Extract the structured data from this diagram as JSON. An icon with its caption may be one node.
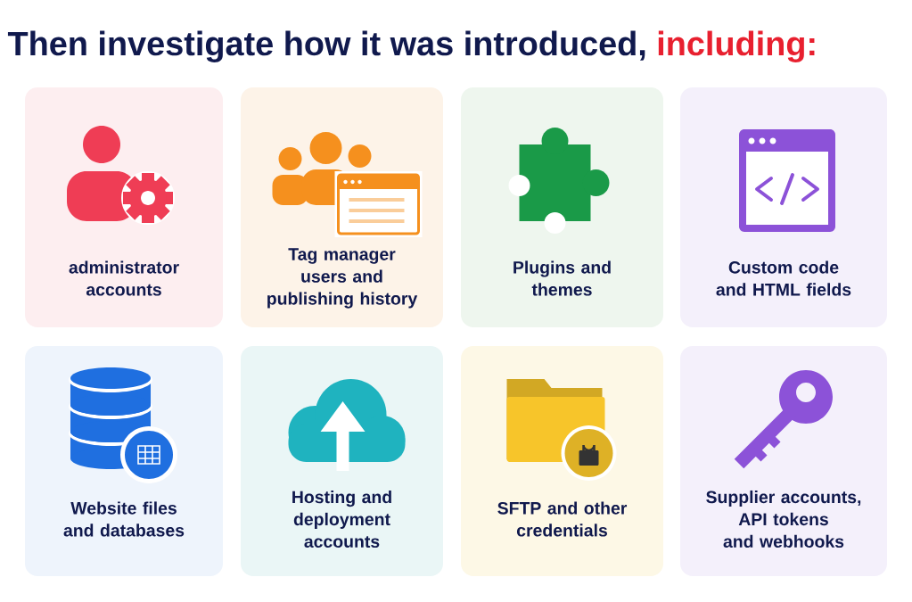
{
  "diagram": {
    "title": "Then investigate how it was introduced,",
    "nodes": [
      {
        "text": [
          "administrator accounts"
        ]
      },
      {
        "text": [
          "Tag manager users and publishing history"
        ]
      },
      {
        "text": [
          "Plugins and themes"
        ]
      },
      {
        "text": [
          "Custom code and HTML fields"
        ]
      },
      {
        "text": [
          "Website files and databases"
        ]
      },
      {
        "text": [
          "Hosting and deployment accounts"
        ]
      },
      {
        "text": [
          "SFTP and other credentials"
        ]
      },
      {
        "text": [
          "Supplier accounts, API tokens and webhooks"
        ]
      }
    ],
    "labels": [
      "including:"
    ]
  }
}
